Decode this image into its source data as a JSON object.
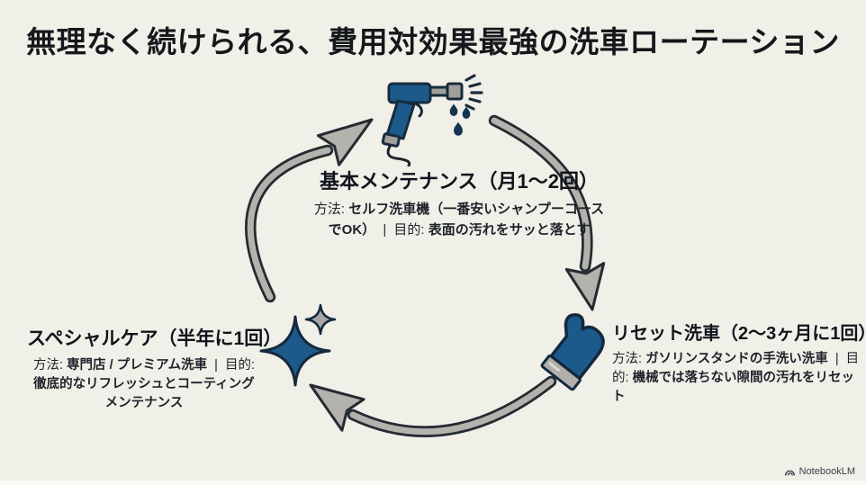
{
  "title": "無理なく続けられる、費用対効果最強の洗車ローテーション",
  "cycle": {
    "steps": [
      {
        "id": "basic-maintenance",
        "icon": "pressure-washer-icon",
        "title": "基本メンテナンス（月1〜2回）",
        "method_label": "方法:",
        "method": "セルフ洗車機（一番安いシャンプーコースでOK）",
        "divider": "|",
        "purpose_label": "目的:",
        "purpose": "表面の汚れをサッと落とす"
      },
      {
        "id": "reset-wash",
        "icon": "wash-mitt-icon",
        "title": "リセット洗車（2〜3ヶ月に1回）",
        "method_label": "方法:",
        "method": "ガソリンスタンドの手洗い洗車",
        "divider": "|",
        "purpose_label": "目的:",
        "purpose": "機械では落ちない隙間の汚れをリセット"
      },
      {
        "id": "special-care",
        "icon": "sparkles-icon",
        "title": "スペシャルケア（半年に1回）",
        "method_label": "方法:",
        "method": "専門店 / プレミアム洗車",
        "divider": "|",
        "purpose_label": "目的:",
        "purpose": "徹底的なリフレッシュとコーティングメンテナンス"
      }
    ]
  },
  "branding": {
    "logo_text": "NotebookLM",
    "logo_icon": "notebooklm-logo-icon"
  },
  "colors": {
    "background": "#f0efe8",
    "accent_blue": "#1d5a8c",
    "droplet_navy": "#14344f",
    "arrow_gray": "#b4b2ac",
    "outline_dark": "#242b31",
    "text_dark": "#15181b"
  }
}
